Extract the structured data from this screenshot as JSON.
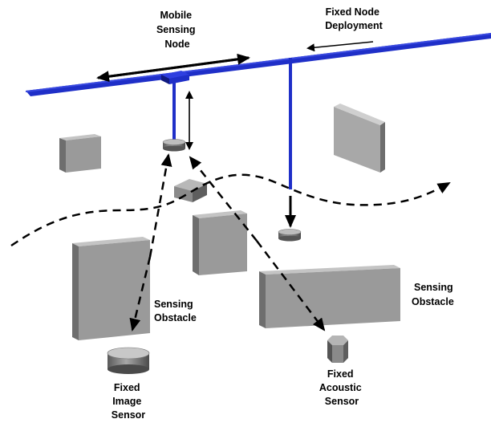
{
  "labels": {
    "mobile_node": [
      "Mobile",
      "Sensing",
      "Node"
    ],
    "fixed_node_deployment": [
      "Fixed Node",
      "Deployment"
    ],
    "sensing_obstacle_left": [
      "Sensing",
      "Obstacle"
    ],
    "sensing_obstacle_right": [
      "Sensing",
      "Obstacle"
    ],
    "fixed_image_sensor": [
      "Fixed",
      "Image",
      "Sensor"
    ],
    "fixed_acoustic_sensor": [
      "Fixed",
      "Acoustic",
      "Sensor"
    ]
  },
  "colors": {
    "cable": "#1f2fc8",
    "cable_dark": "#101a80",
    "box_front": "#9a9a9a",
    "box_side": "#6e6e6e",
    "box_top": "#c4c4c4",
    "arrow": "#000000"
  }
}
